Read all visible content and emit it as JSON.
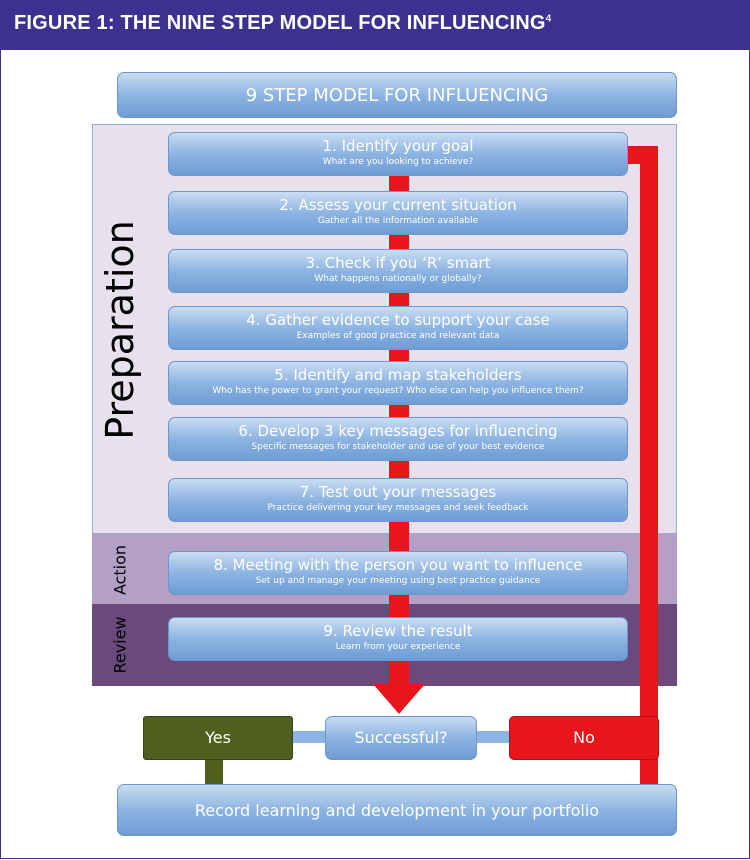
{
  "figure_title": "FIGURE 1: THE NINE STEP MODEL FOR INFLUENCING",
  "figure_ref": "4",
  "model_title": "9 STEP MODEL FOR INFLUENCING",
  "phases": {
    "preparation": "Preparation",
    "action": "Action",
    "review": "Review"
  },
  "steps": [
    {
      "title": "1. Identify your goal",
      "subtitle": "What are you looking to achieve?"
    },
    {
      "title": "2. Assess your current situation",
      "subtitle": "Gather all the information available"
    },
    {
      "title": "3. Check if you ‘R’ smart",
      "subtitle": "What happens nationally or globally?"
    },
    {
      "title": "4. Gather evidence to support your case",
      "subtitle": "Examples of good practice and relevant data"
    },
    {
      "title": "5. Identify and map stakeholders",
      "subtitle": "Who has the power to grant your request? Who else can help you influence them?"
    },
    {
      "title": "6. Develop 3 key messages for influencing",
      "subtitle": "Specific messages for stakeholder and use of your best evidence"
    },
    {
      "title": "7. Test out your messages",
      "subtitle": "Practice delivering your key messages and seek feedback"
    },
    {
      "title": "8. Meeting with the person you want to influence",
      "subtitle": "Set up and manage your meeting using best practice guidance"
    },
    {
      "title": "9. Review the result",
      "subtitle": "Learn from your experience"
    }
  ],
  "decision": {
    "question": "Successful?",
    "yes": "Yes",
    "no": "No"
  },
  "record": "Record learning and development in your portfolio",
  "colors": {
    "header": "#3a3191",
    "step_box": "#8db4e2",
    "flow_arrow": "#e8161b",
    "yes_box": "#4e5f1e",
    "no_box": "#e8161b",
    "preparation_zone": "#e7e1ee",
    "action_zone": "#b49fc6",
    "review_zone": "#6a497c"
  }
}
